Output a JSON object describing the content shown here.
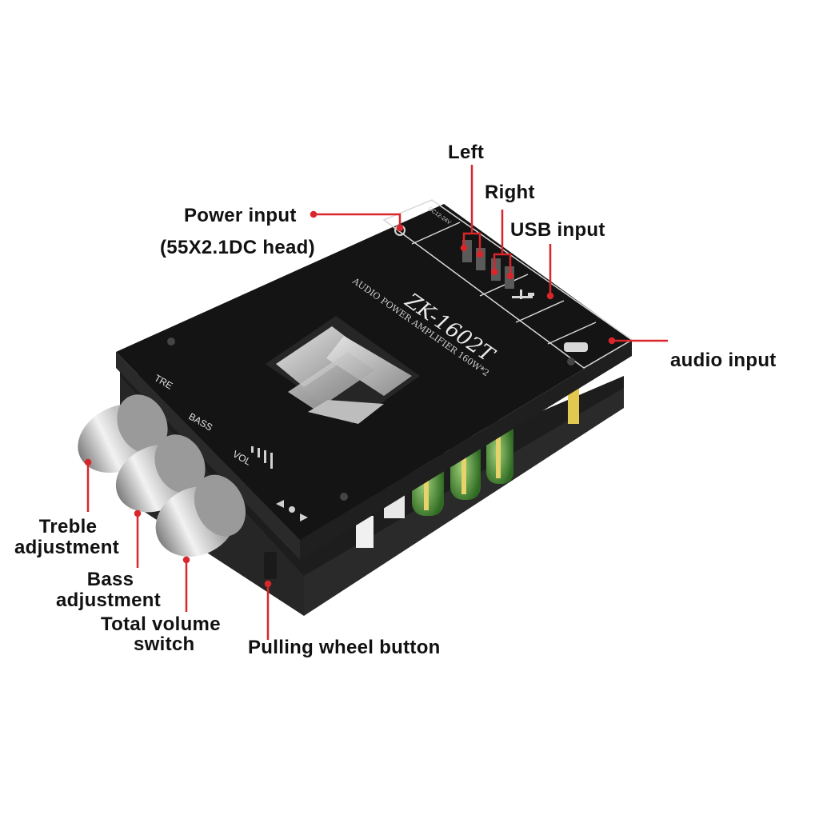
{
  "colors": {
    "callout_line": "#d9262b",
    "board_black": "#141414",
    "pcb_dark": "#1b1b1b",
    "silkscreen": "#d8d8d8",
    "knob_silver": "#c9c9c9",
    "capacitor_green": "#4f8f3a",
    "background": "#ffffff"
  },
  "device": {
    "model": "ZK-1602T",
    "subtitle": "AUDIO POWER AMPLIFIER 160W*2",
    "knob_labels": {
      "treble": "TRE",
      "bass": "BASS",
      "volume": "VOL"
    },
    "top_strip": "DC12-24V"
  },
  "callouts": {
    "left": "Left",
    "right": "Right",
    "usb_input": "USB input",
    "power_input_1": "Power input",
    "power_input_2": "(55X2.1DC head)",
    "audio_input": "audio input",
    "treble_1": "Treble",
    "treble_2": "adjustment",
    "bass_1": "Bass",
    "bass_2": "adjustment",
    "volume_1": "Total volume",
    "volume_2": "switch",
    "pulling_wheel": "Pulling wheel button"
  }
}
